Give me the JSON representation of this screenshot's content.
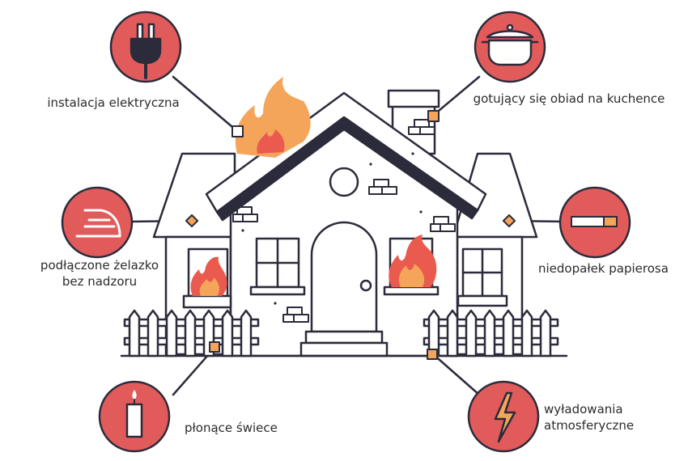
{
  "diagram": {
    "title": "",
    "colors": {
      "badge": "#e25b5b",
      "flame_outer": "#f4a55a",
      "flame_inner": "#ea5a4f",
      "marker": "#f4a55a",
      "stroke": "#2b2b3b",
      "roof_stripe": "#2b2b3b"
    },
    "causes": [
      {
        "id": "electrical",
        "icon": "plug-icon",
        "label": "instalacja elektryczna"
      },
      {
        "id": "cooking",
        "icon": "pot-icon",
        "label": "gotujący się obiad na kuchence"
      },
      {
        "id": "iron",
        "icon": "iron-icon",
        "label_line1": "podłączone żelazko",
        "label_line2": "bez nadzoru"
      },
      {
        "id": "cigarette",
        "icon": "cigarette-icon",
        "label": "niedopałek papierosa"
      },
      {
        "id": "candles",
        "icon": "candle-icon",
        "label": "płonące świece"
      },
      {
        "id": "lightning",
        "icon": "lightning-icon",
        "label_line1": "wyładowania",
        "label_line2": "atmosferyczne"
      }
    ]
  }
}
